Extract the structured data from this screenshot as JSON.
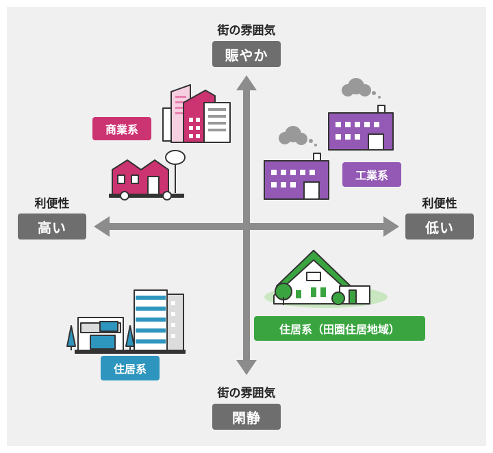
{
  "axes": {
    "top_caption": "街の雰囲気",
    "top_label": "賑やか",
    "bottom_caption": "街の雰囲気",
    "bottom_label": "閑静",
    "left_caption": "利便性",
    "left_label": "高い",
    "right_caption": "利便性",
    "right_label": "低い"
  },
  "zones": {
    "commercial": {
      "label": "商業系",
      "color": "#cc3371"
    },
    "industrial": {
      "label": "工業系",
      "color": "#9359b5"
    },
    "residential": {
      "label": "住居系",
      "color": "#2e95be"
    },
    "rural_residential": {
      "label": "住居系（田園住居地域）",
      "color": "#3aa540"
    }
  },
  "colors": {
    "axis": "#8c8c8c",
    "pill": "#6e6e6e",
    "background": "#f0f0f0"
  },
  "icons": {
    "commercial": [
      "office-buildings-icon",
      "shop-with-sign-icon"
    ],
    "industrial": [
      "factory-icon",
      "factory-icon"
    ],
    "residential": [
      "apartment-building-icon",
      "low-rise-building-icon"
    ],
    "rural_residential": [
      "country-house-icon"
    ]
  }
}
